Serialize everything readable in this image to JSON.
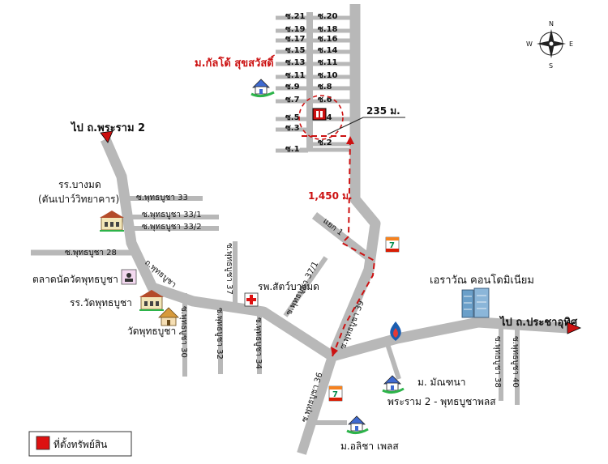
{
  "map": {
    "village_main": "ม.กัลโด้ สุขสวัสดิ์",
    "distance_short": "235 ม.",
    "distance_long": "1,450 ม.",
    "to_rama2": "ไป ถ.พระราม 2",
    "to_prachauthit": "ไป ถ.ประชาอุทิศ",
    "school1_line1": "รร.บางมด",
    "school1_line2": "(ตันเปาว์วิทยาคาร)",
    "market": "ตลาดนัดวัดพุทธบูชา",
    "school2": "รร.วัดพุทธบูชา",
    "temple": "วัดพุทธบูชา",
    "vet": "รพ.สัตว์บางมด",
    "condo": "เอราวัณ คอนโดมิเนียม",
    "village_manthana": "ม. มัณฑนา",
    "plaza": "พระราม 2 - พุทธบูชาพลส",
    "village_alisha": "ม.อลิชา เพลส",
    "legend": "ที่ตั้งทรัพย์สิน",
    "yaek1": "แยก 1",
    "compass": {
      "n": "N",
      "s": "S",
      "e": "E",
      "w": "W"
    },
    "soi_left": [
      "ซ.21",
      "ซ.19",
      "ซ.17",
      "ซ.15",
      "ซ.13",
      "ซ.11",
      "ซ.9",
      "ซ.7",
      "ซ.5",
      "ซ.3",
      "ซ.1"
    ],
    "soi_right": [
      "ซ.20",
      "ซ.18",
      "ซ.16",
      "ซ.14",
      "ซ.11",
      "ซ.10",
      "ซ.8",
      "ซ.6",
      "ซ.4",
      "ซ.2"
    ],
    "roads": {
      "pb33": "ซ.พุทธบูชา 33",
      "pb33_1": "ซ.พุทธบูชา 33/1",
      "pb33_2": "ซ.พุทธบูชา 33/2",
      "pb28": "ซ.พุทธบูชา 28",
      "main": "ถ.พุทธบูชา",
      "pb30": "ซ.พุทธบูชา 30",
      "pb32": "ซ.พุทธบูชา 32",
      "pb34": "ซ.พุทธบูชา 34",
      "pb37": "ซ.พุทธบูชา 37",
      "pb37_1": "ซ.พุทธบูชา 37/1",
      "pb39": "ซ.พุทธบูชา 39",
      "pb36": "ซ.พุทธบูชา 36",
      "pb38": "ซ.พุทธบูชา 38",
      "pb40": "ซ.พุทธบูชา 40"
    }
  }
}
